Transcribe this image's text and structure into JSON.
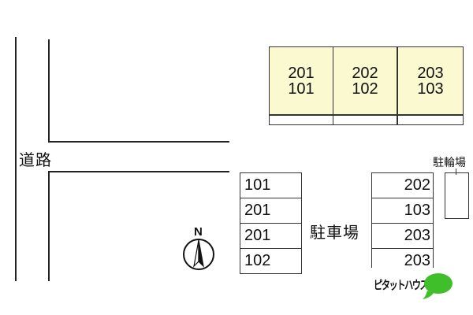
{
  "road": {
    "label": "道路"
  },
  "buildings": [
    {
      "upper": "201",
      "lower": "101"
    },
    {
      "upper": "202",
      "lower": "102"
    },
    {
      "upper": "203",
      "lower": "103"
    }
  ],
  "parking": {
    "label": "駐車場",
    "left_slots": [
      "101",
      "201",
      "201",
      "102"
    ],
    "right_slots": [
      "202",
      "103",
      "203",
      "203"
    ]
  },
  "bicycle_parking": {
    "label": "駐輪場"
  },
  "compass": {
    "north": "N"
  },
  "logo": {
    "text": "ピタットハウス",
    "color": "#3fbf2a"
  }
}
